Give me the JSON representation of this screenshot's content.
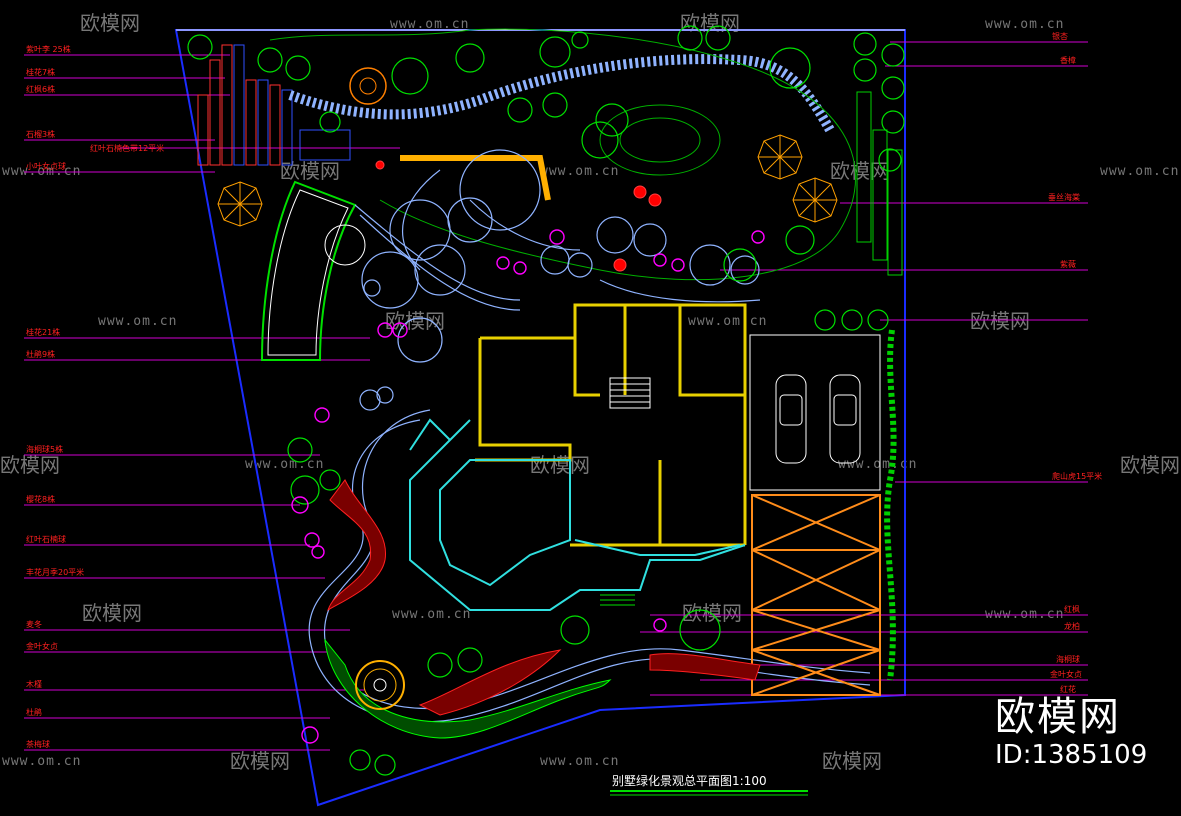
{
  "drawing": {
    "title": "别墅绿化景观总平面图1:100"
  },
  "watermark": {
    "web": "www.om.cn",
    "brand": "欧模网"
  },
  "brand_badge": {
    "name": "欧模网",
    "id": "ID:1385109"
  },
  "colors": {
    "background": "#000000",
    "boundary": "#1a2cff",
    "leader": "#d000d0",
    "label": "#ff2020",
    "building": "#e8d000",
    "path": "#8fb3ff",
    "garage": "#ff8c1a",
    "green": "#00e000",
    "cyan": "#30e0e0"
  },
  "labels_left": [
    "紫叶李 25株",
    "桂花7株",
    "红枫6株",
    "石榴3株",
    "小叶女贞球",
    "桂花21株",
    "杜鹃9株",
    "海桐球5株",
    "樱花8株",
    "红叶石楠球",
    "丰花月季20平米",
    "麦冬",
    "金叶女贞",
    "木槿",
    "杜鹃",
    "茶梅球"
  ],
  "label_center": "红叶石楠色带12平米",
  "labels_right": [
    "银杏",
    "香樟",
    "垂丝海棠",
    "紫薇",
    "爬山虎15平米",
    "红枫",
    "龙柏",
    "海桐球",
    "金叶女贞",
    "红花"
  ]
}
